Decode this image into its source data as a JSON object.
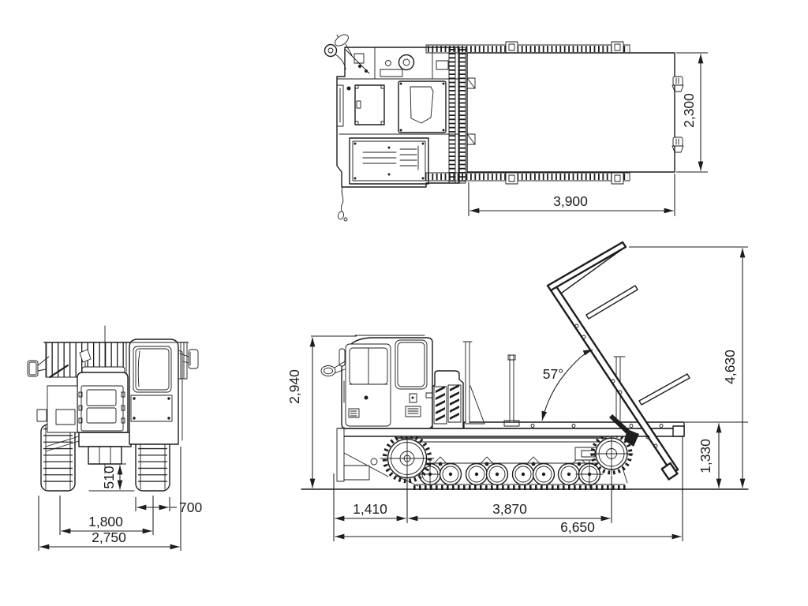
{
  "colors": {
    "line": "#1d1d1f",
    "background": "#ffffff"
  },
  "top_view": {
    "bed_width": "2,300",
    "bed_length": "3,900"
  },
  "front_view": {
    "ground_clearance": "510",
    "track_width": "700",
    "track_gauge": "1,800",
    "overall_width": "2,750"
  },
  "side_view": {
    "overall_height": "2,940",
    "dump_angle": "57°",
    "max_dump_height": "4,630",
    "deck_height": "1,330",
    "front_overhang": "1,410",
    "sprocket_center_distance": "3,870",
    "overall_length": "6,650"
  }
}
